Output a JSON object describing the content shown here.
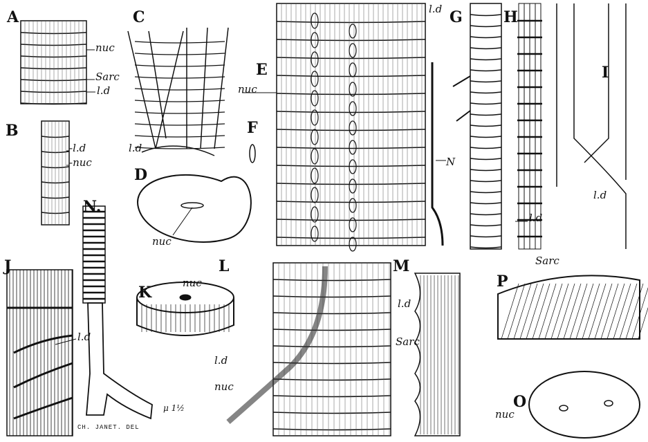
{
  "figure": {
    "panels": [
      "A",
      "B",
      "C",
      "D",
      "E",
      "F",
      "G",
      "H",
      "I",
      "J",
      "N.",
      "K",
      "L",
      "M",
      "P",
      "O"
    ],
    "annotations": {
      "a_nuc": "nuc",
      "a_sarc": "Sarc",
      "a_ld": "l.d",
      "b_ld": "-l.d",
      "b_nuc": "-nuc",
      "c_ld": "l.d",
      "d_nuc": "nuc",
      "e_nuc": "nuc",
      "e_ld": "l.d",
      "e_n": "N",
      "h_ld": "l.d",
      "i_ld": "l.d",
      "j_ld": "l.d",
      "k_nuc": "nuc",
      "l_ld": "l.d",
      "l_nuc": "nuc",
      "m_ld": "l.d",
      "m_sarc": "Sarc",
      "p_sarc": "Sarc",
      "o_nuc": "nuc",
      "scale": "μ 1½"
    },
    "credit": "CH. JANET. DEL",
    "ink_color": "#111111"
  }
}
